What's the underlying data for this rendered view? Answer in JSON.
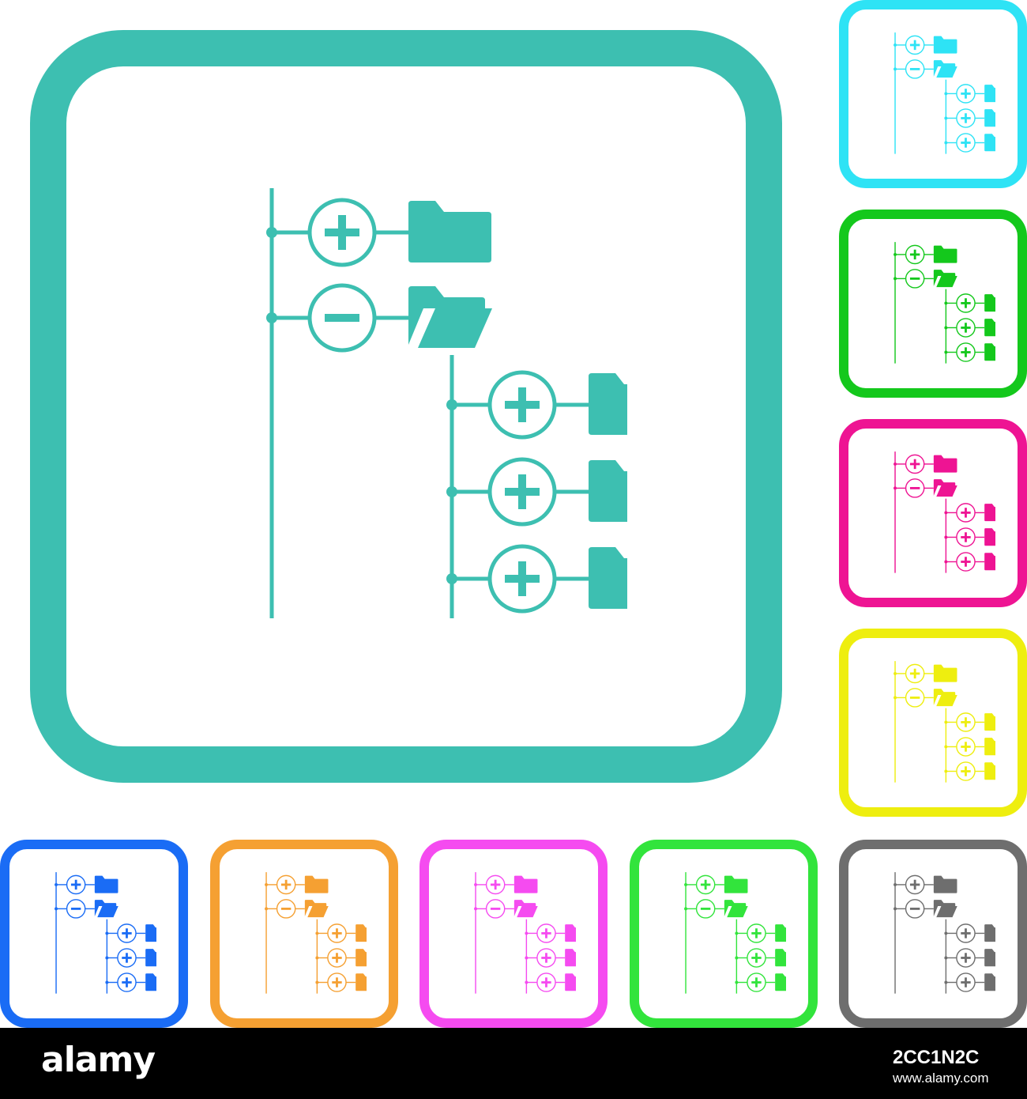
{
  "icon": "directory-tree-icon",
  "variants": [
    {
      "id": "main",
      "color": "#3dbfb1"
    },
    {
      "id": "cyan",
      "color": "#2ee3f5"
    },
    {
      "id": "green",
      "color": "#14c81c"
    },
    {
      "id": "magenta",
      "color": "#ee1493"
    },
    {
      "id": "yellow",
      "color": "#eeee0f"
    },
    {
      "id": "blue",
      "color": "#1a6cf5"
    },
    {
      "id": "orange",
      "color": "#f5a032"
    },
    {
      "id": "pink",
      "color": "#f54bf0"
    },
    {
      "id": "lime",
      "color": "#32e43c"
    },
    {
      "id": "gray",
      "color": "#6e6e6e"
    }
  ],
  "footer": {
    "brand": "alamy",
    "image_id": "2CC1N2C",
    "url": "www.alamy.com"
  }
}
